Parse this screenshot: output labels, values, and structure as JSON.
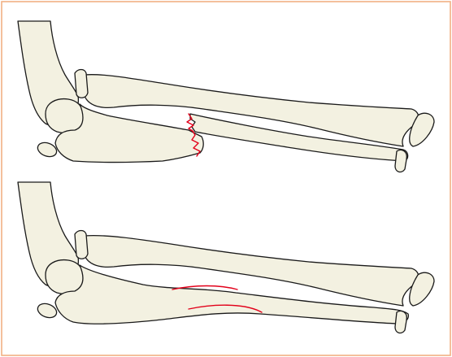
{
  "figure": {
    "colors": {
      "frame": "#f2b183",
      "bone_fill": "#f3f1e1",
      "bone_outline": "#1a1a1a",
      "marker": "#e2001a"
    },
    "panels": [
      {
        "state": "fracture",
        "marker": "zigzag-fracture-lines"
      },
      {
        "state": "healed",
        "marker": "curved-healing-line"
      }
    ]
  }
}
